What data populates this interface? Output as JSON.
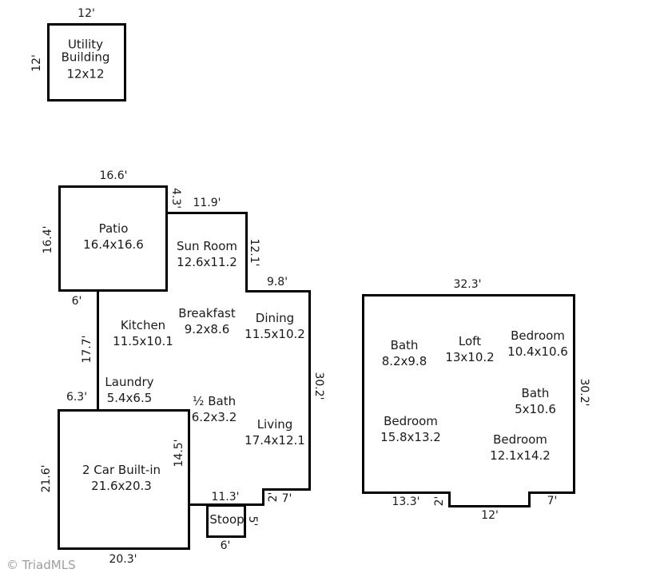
{
  "watermark": {
    "text": "© TriadMLS",
    "color": "#9e9e9e"
  },
  "colors": {
    "wall": "#000000",
    "text": "#1a1a1a",
    "background": "#ffffff"
  },
  "floorplan": {
    "rooms": {
      "utility": {
        "name": "Utility Building",
        "dims": "12x12"
      },
      "patio": {
        "name": "Patio",
        "dims": "16.4x16.6"
      },
      "sun_room": {
        "name": "Sun Room",
        "dims": "12.6x11.2"
      },
      "breakfast": {
        "name": "Breakfast",
        "dims": "9.2x8.6"
      },
      "dining": {
        "name": "Dining",
        "dims": "11.5x10.2"
      },
      "kitchen": {
        "name": "Kitchen",
        "dims": "11.5x10.1"
      },
      "laundry": {
        "name": "Laundry",
        "dims": "5.4x6.5"
      },
      "half_bath": {
        "name": "½ Bath",
        "dims": "6.2x3.2"
      },
      "living": {
        "name": "Living",
        "dims": "17.4x12.1"
      },
      "garage": {
        "name": "2 Car Built-in",
        "dims": "21.6x20.3"
      },
      "stoop": {
        "name": "Stoop"
      },
      "bath_upper_left": {
        "name": "Bath",
        "dims": "8.2x9.8"
      },
      "loft": {
        "name": "Loft",
        "dims": "13x10.2"
      },
      "bedroom_upper_right": {
        "name": "Bedroom",
        "dims": "10.4x10.6"
      },
      "bath_upper_right": {
        "name": "Bath",
        "dims": "5x10.6"
      },
      "bedroom_lower_left": {
        "name": "Bedroom",
        "dims": "15.8x13.2"
      },
      "bedroom_lower_right": {
        "name": "Bedroom",
        "dims": "12.1x14.2"
      }
    },
    "measurements": {
      "utility_top": "12'",
      "utility_left": "12'",
      "patio_top": "16.6'",
      "patio_left": "16.4'",
      "sunroom_offset": "4.3'",
      "sunroom_top": "11.9'",
      "sunroom_right": "12.1'",
      "dining_top": "9.8'",
      "main_right": "30.2'",
      "kitchen_top": "6'",
      "main_left": "17.7'",
      "garage_top_left": "6.3'",
      "garage_left": "21.6'",
      "garage_inner_right": "14.5'",
      "garage_bottom": "20.3'",
      "main_bottom": "11.3'",
      "main_step_depth": "2'",
      "main_step_bottom": "7'",
      "stoop_right": "5'",
      "stoop_bottom": "6'",
      "second_top": "32.3'",
      "second_right": "30.2'",
      "second_bottom_left": "13.3'",
      "second_notch_depth": "2'",
      "second_notch_bottom": "12'",
      "second_bottom_right": "7'"
    }
  }
}
